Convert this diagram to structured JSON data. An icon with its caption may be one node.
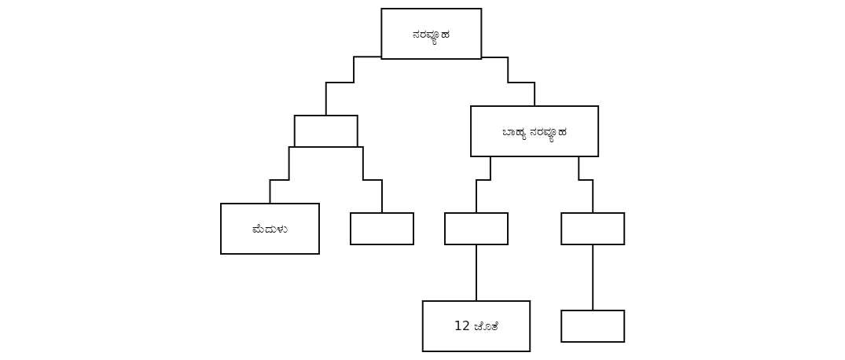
{
  "diagram": {
    "nodes": [
      {
        "text": [
          "ನರವ್ಯೂಹ"
        ]
      },
      {
        "text": [],
        "shape": "box"
      },
      {
        "text": [
          "ಬಾಹ್ಯ ನರವ್ಯೂಹ"
        ]
      },
      {
        "text": [
          "ಮೆದುಳು"
        ]
      },
      {
        "text": [],
        "shape": "box"
      },
      {
        "text": [],
        "shape": "box"
      },
      {
        "text": [],
        "shape": "box"
      },
      {
        "text": [
          "12 ಜೊತೆ"
        ]
      },
      {
        "text": [],
        "shape": "box"
      }
    ],
    "edges": [
      {
        "from": 0,
        "to": 1,
        "arrow": "none"
      },
      {
        "from": 0,
        "to": 2,
        "arrow": "none"
      },
      {
        "from": 1,
        "to": 3,
        "arrow": "none"
      },
      {
        "from": 1,
        "to": 4,
        "arrow": "none"
      },
      {
        "from": 2,
        "to": 5,
        "arrow": "none"
      },
      {
        "from": 2,
        "to": 6,
        "arrow": "none"
      },
      {
        "from": 5,
        "to": 7,
        "arrow": "none"
      },
      {
        "from": 6,
        "to": 8,
        "arrow": "none"
      }
    ]
  }
}
